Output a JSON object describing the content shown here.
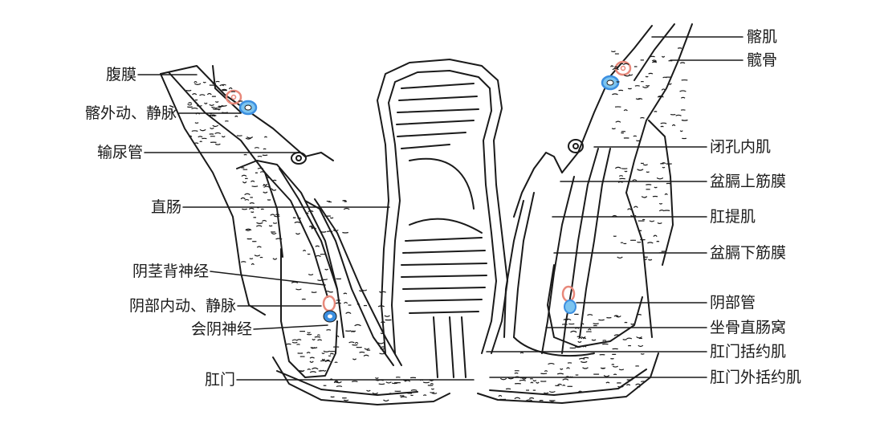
{
  "figure": {
    "title": "",
    "labels_left": [
      {
        "id": "peritoneum",
        "text": "腹膜"
      },
      {
        "id": "external-iliac-vessels",
        "text": "髂外动、静脉"
      },
      {
        "id": "ureter",
        "text": "输尿管"
      },
      {
        "id": "rectum",
        "text": "直肠"
      },
      {
        "id": "dorsal-nerve-penis",
        "text": "阴茎背神经"
      },
      {
        "id": "internal-pudendal-vessels",
        "text": "阴部内动、静脉"
      },
      {
        "id": "perineal-nerve",
        "text": "会阴神经"
      },
      {
        "id": "anus",
        "text": "肛门"
      }
    ],
    "labels_right": [
      {
        "id": "iliacus",
        "text": "髂肌"
      },
      {
        "id": "ilium",
        "text": "髋骨"
      },
      {
        "id": "obturator-internus",
        "text": "闭孔内肌"
      },
      {
        "id": "superior-pelvic-diaphragm-fascia",
        "text": "盆膈上筋膜"
      },
      {
        "id": "levator-ani",
        "text": "肛提肌"
      },
      {
        "id": "inferior-pelvic-diaphragm-fascia",
        "text": "盆膈下筋膜"
      },
      {
        "id": "pudendal-canal",
        "text": "阴部管"
      },
      {
        "id": "ischiorectal-fossa",
        "text": "坐骨直肠窝"
      },
      {
        "id": "anal-sphincter",
        "text": "肛门括约肌"
      },
      {
        "id": "external-anal-sphincter",
        "text": "肛门外括约肌"
      }
    ]
  },
  "colors": {
    "ink": "#1a1a1a",
    "artery": "#e8887a",
    "vein": "#3c8fe0",
    "vein_light": "#7cc4f0"
  }
}
